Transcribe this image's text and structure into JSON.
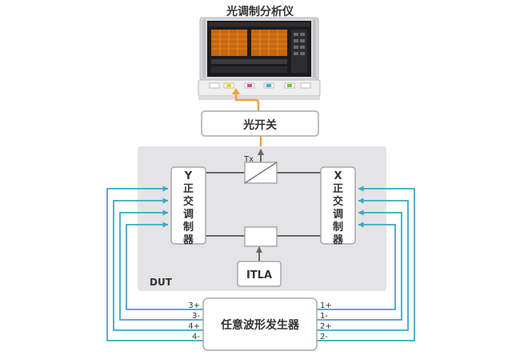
{
  "title": "光调制分析仪",
  "switch_label": "光开关",
  "dut_label": "DUT",
  "tx_label": "Tx",
  "y_modulator": [
    "Y",
    "正",
    "交",
    "调",
    "制",
    "器"
  ],
  "x_modulator": [
    "X",
    "正",
    "交",
    "调",
    "制",
    "器"
  ],
  "itla_label": "ITLA",
  "awg_label": "任意波形发生器",
  "awg_left_ports": [
    "3+",
    "3-",
    "4+",
    "4-"
  ],
  "awg_right_ports": [
    "1+",
    "1-",
    "2+",
    "2-"
  ],
  "colors": {
    "optical": "#f0a040",
    "electrical": "#3aa8c8",
    "dut_background": "#e4e4e6",
    "box_border": "#a8a8a8",
    "arrow_gray": "#666666"
  }
}
